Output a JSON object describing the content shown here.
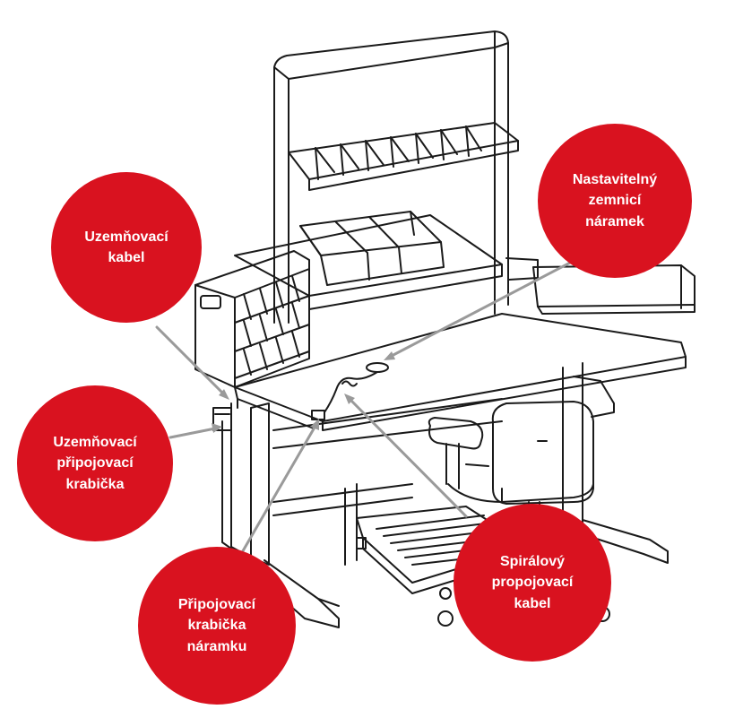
{
  "colors": {
    "callout_fill": "#d9121f",
    "callout_text": "#ffffff",
    "line": "#1a1a1a",
    "arrow": "#9a9a9a"
  },
  "callouts": [
    {
      "id": "grounding-cable",
      "text": "Uzemňovací\nkabel"
    },
    {
      "id": "adjustable-wrist-strap",
      "text": "Nastavitelný\nzemnicí\nnáramek"
    },
    {
      "id": "grounding-junction-box",
      "text": "Uzemňovací\npřipojovací\nkrabička"
    },
    {
      "id": "coiled-connecting-cable",
      "text": "Spirálový\npropojovací\nkabel"
    },
    {
      "id": "wrist-strap-junction-box",
      "text": "Připojovací\nkrabička\nnáramku"
    }
  ]
}
